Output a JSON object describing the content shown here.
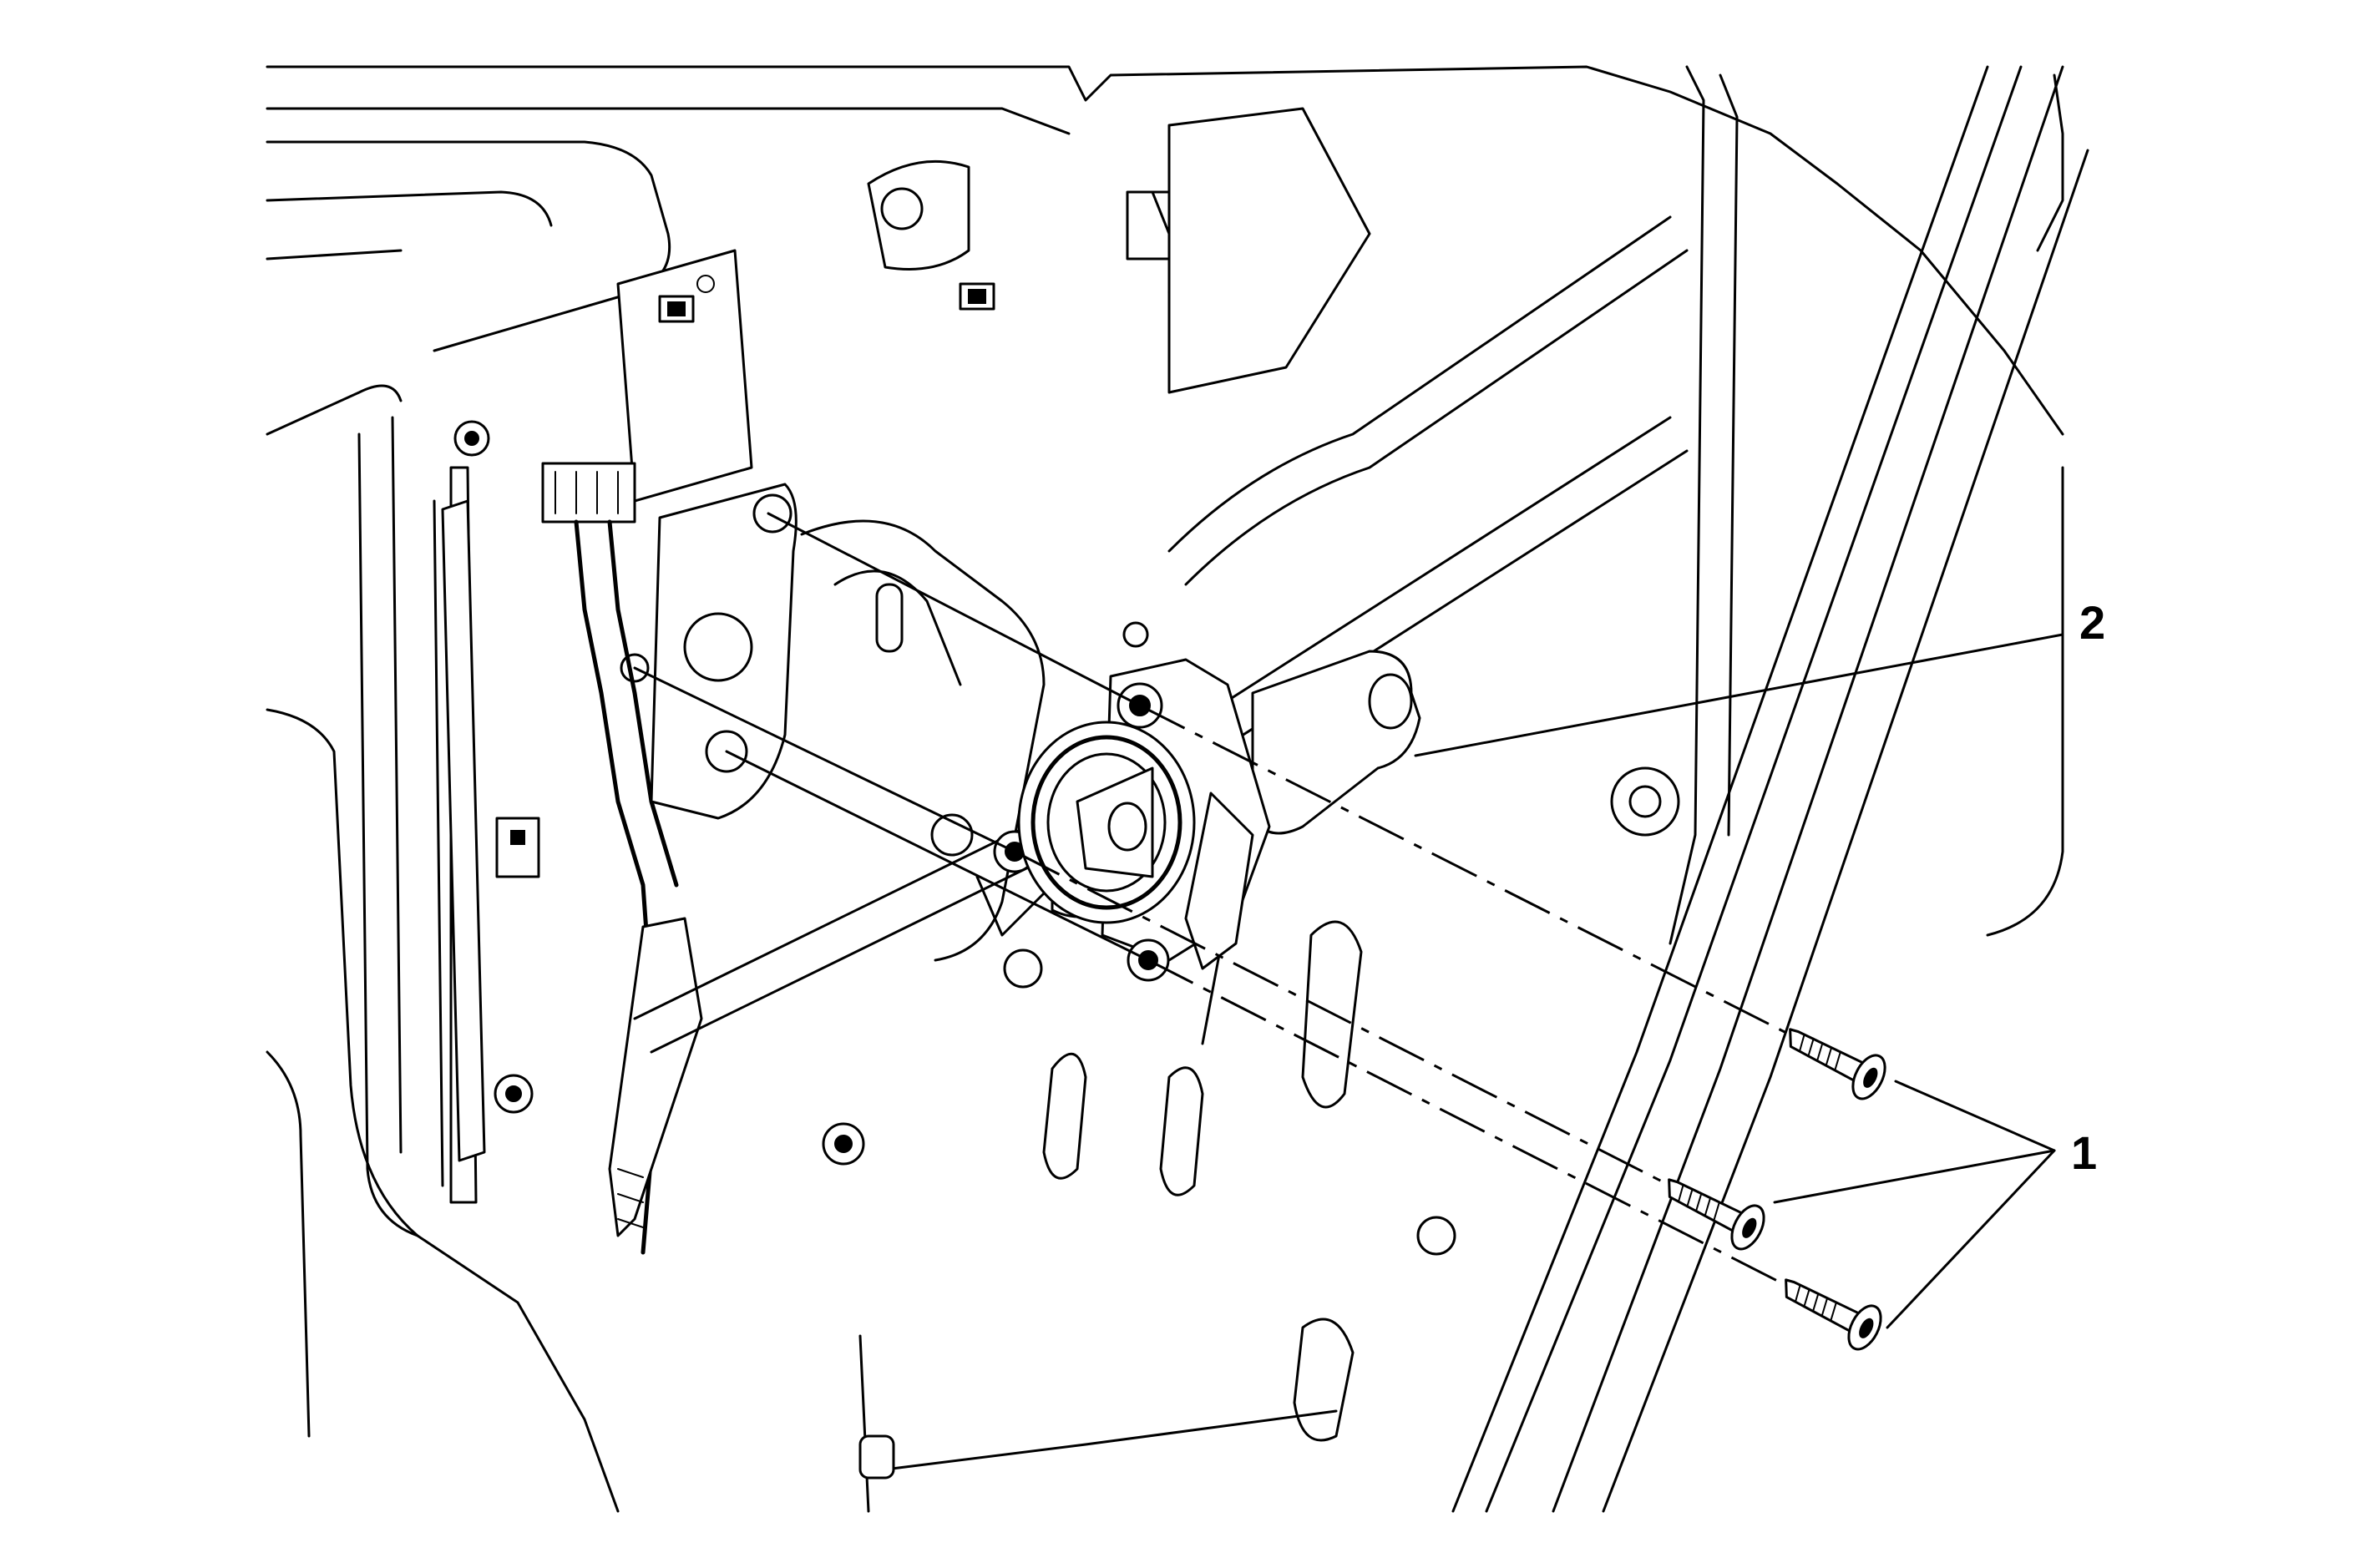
{
  "diagram": {
    "callouts": [
      {
        "id": "callout-1",
        "label": "1"
      },
      {
        "id": "callout-2",
        "label": "2"
      }
    ],
    "icons": [
      "door-inner-panel-illustration",
      "window-regulator-motor-icon",
      "bolt-icon"
    ]
  }
}
